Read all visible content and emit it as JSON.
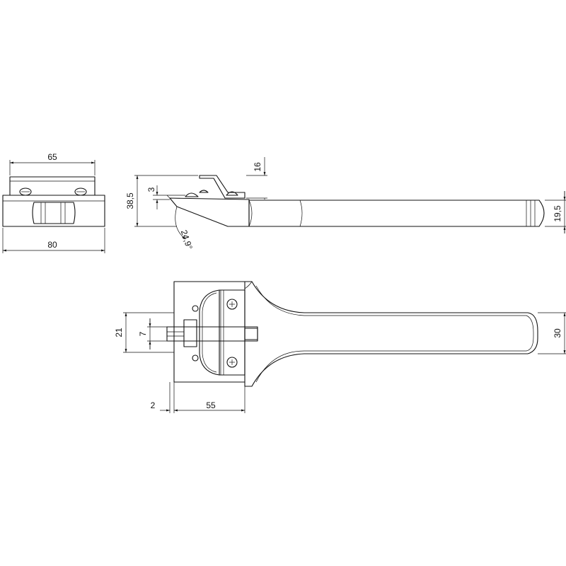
{
  "dimensions": {
    "side_top_width": "65",
    "side_bottom_width": "80",
    "side_height": "38,5",
    "offset_small": "3",
    "top_height": "16",
    "angle": "24,9°",
    "tip_height": "19,5",
    "plan_width": "30",
    "plan_outer": "21",
    "plan_inner": "7",
    "plan_gap": "2",
    "plan_length": "55"
  }
}
